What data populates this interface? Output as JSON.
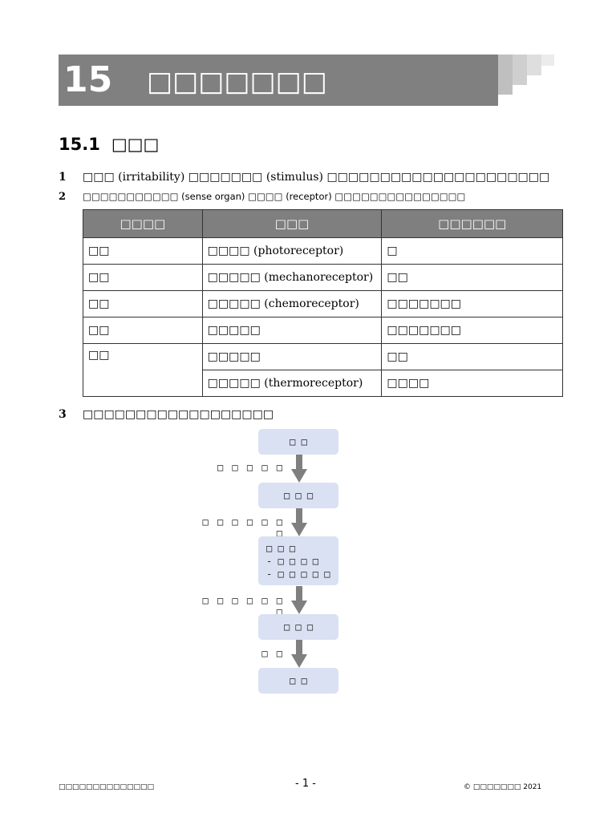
{
  "chapter": {
    "number": "15",
    "title": "□□□□□□□"
  },
  "section": {
    "number": "15.1",
    "title": "□□□"
  },
  "paragraphs": [
    {
      "num": "1",
      "parts": [
        "□□□ ",
        "(irritability)",
        " □□□□□□□ ",
        "(stimulus)",
        " □□□□□□□□□□□□□□□□□□□□□"
      ]
    },
    {
      "num": "2",
      "text": "□□□□□□□□□□□ (sense organ) □□□□ (receptor) □□□□□□□□□□□□□□□"
    },
    {
      "num": "3",
      "text": "□□□□□□□□□□□□□□□□□□"
    }
  ],
  "table": {
    "headers": [
      "□□□□",
      "□□□",
      "□□□□□□"
    ],
    "rows": [
      {
        "organ": "□□",
        "receptor": "□□□□",
        "receptor_en": "(photoreceptor)",
        "stimulus": "□"
      },
      {
        "organ": "□□",
        "receptor": "□□□□□",
        "receptor_en": "(mechanoreceptor)",
        "stimulus": "□□"
      },
      {
        "organ": "□□",
        "receptor": "□□□□□",
        "receptor_en": "(chemoreceptor)",
        "stimulus": "□□□□□□□"
      },
      {
        "organ": "□□",
        "receptor": "□□□□□",
        "receptor_en": "",
        "stimulus": "□□□□□□□"
      },
      {
        "organ": "□□",
        "receptor": "□□□□□",
        "receptor_en": "",
        "stimulus": "□□"
      },
      {
        "organ": "",
        "receptor": "□□□□□",
        "receptor_en": "(thermoreceptor)",
        "stimulus": "□□□□"
      }
    ]
  },
  "flowchart": {
    "boxes": [
      "□ □",
      "□ □ □",
      "□ □ □",
      "□ □"
    ],
    "cns_box": {
      "title": "□ □ □",
      "items": [
        "- □ □ □ □",
        "- □ □ □ □ □"
      ]
    },
    "arrow_labels": [
      "□ □ □ □ □",
      "□ □ □ □ □ □ □",
      "□ □ □ □ □ □ □",
      "□ □"
    ]
  },
  "footer": {
    "left": "□□□□□□□□□□□□□□",
    "page": "- 1 -",
    "right": "© □□□□□□□ 2021"
  }
}
